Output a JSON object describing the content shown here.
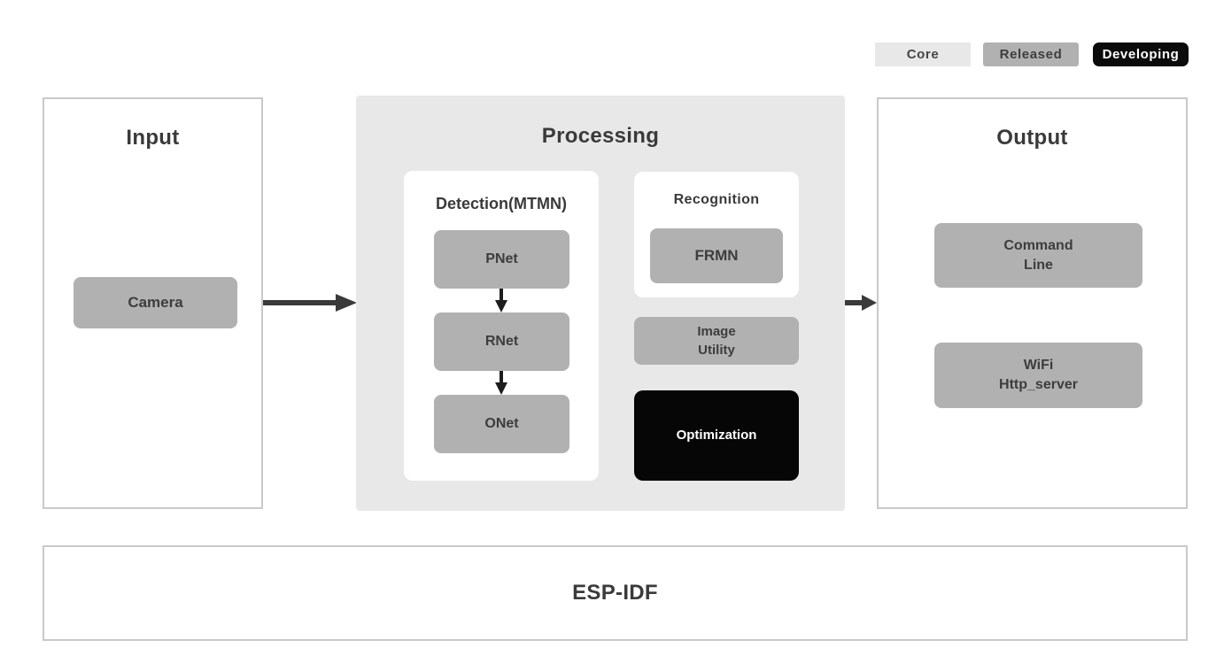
{
  "legend": {
    "core_label": "Core",
    "released_label": "Released",
    "developing_label": "Developing"
  },
  "input": {
    "title": "Input",
    "camera_label": "Camera"
  },
  "processing": {
    "title": "Processing",
    "detection": {
      "title": "Detection(MTMN)",
      "nodes": [
        "PNet",
        "RNet",
        "ONet"
      ]
    },
    "recognition": {
      "title": "Recognition",
      "node": "FRMN"
    },
    "image_utility": {
      "line1": "Image",
      "line2": "Utility"
    },
    "optimization_label": "Optimization"
  },
  "output": {
    "title": "Output",
    "command_line": {
      "line1": "Command",
      "line2": "Line"
    },
    "wifi": {
      "line1": "WiFi",
      "line2": "Http_server"
    }
  },
  "foundation": {
    "title": "ESP-IDF"
  },
  "colors": {
    "core_bg": "#e8e8e8",
    "released_bg": "#b1b1b1",
    "developing_bg": "#0b0b0b",
    "node_gray": "#b1b1b1",
    "node_black": "#060606",
    "processing_bg": "#e8e8e8",
    "panel_border": "#c9c9c9",
    "text_dark": "#3b3b3b",
    "text_light": "#ffffff",
    "arrow": "#3a3a3a"
  }
}
